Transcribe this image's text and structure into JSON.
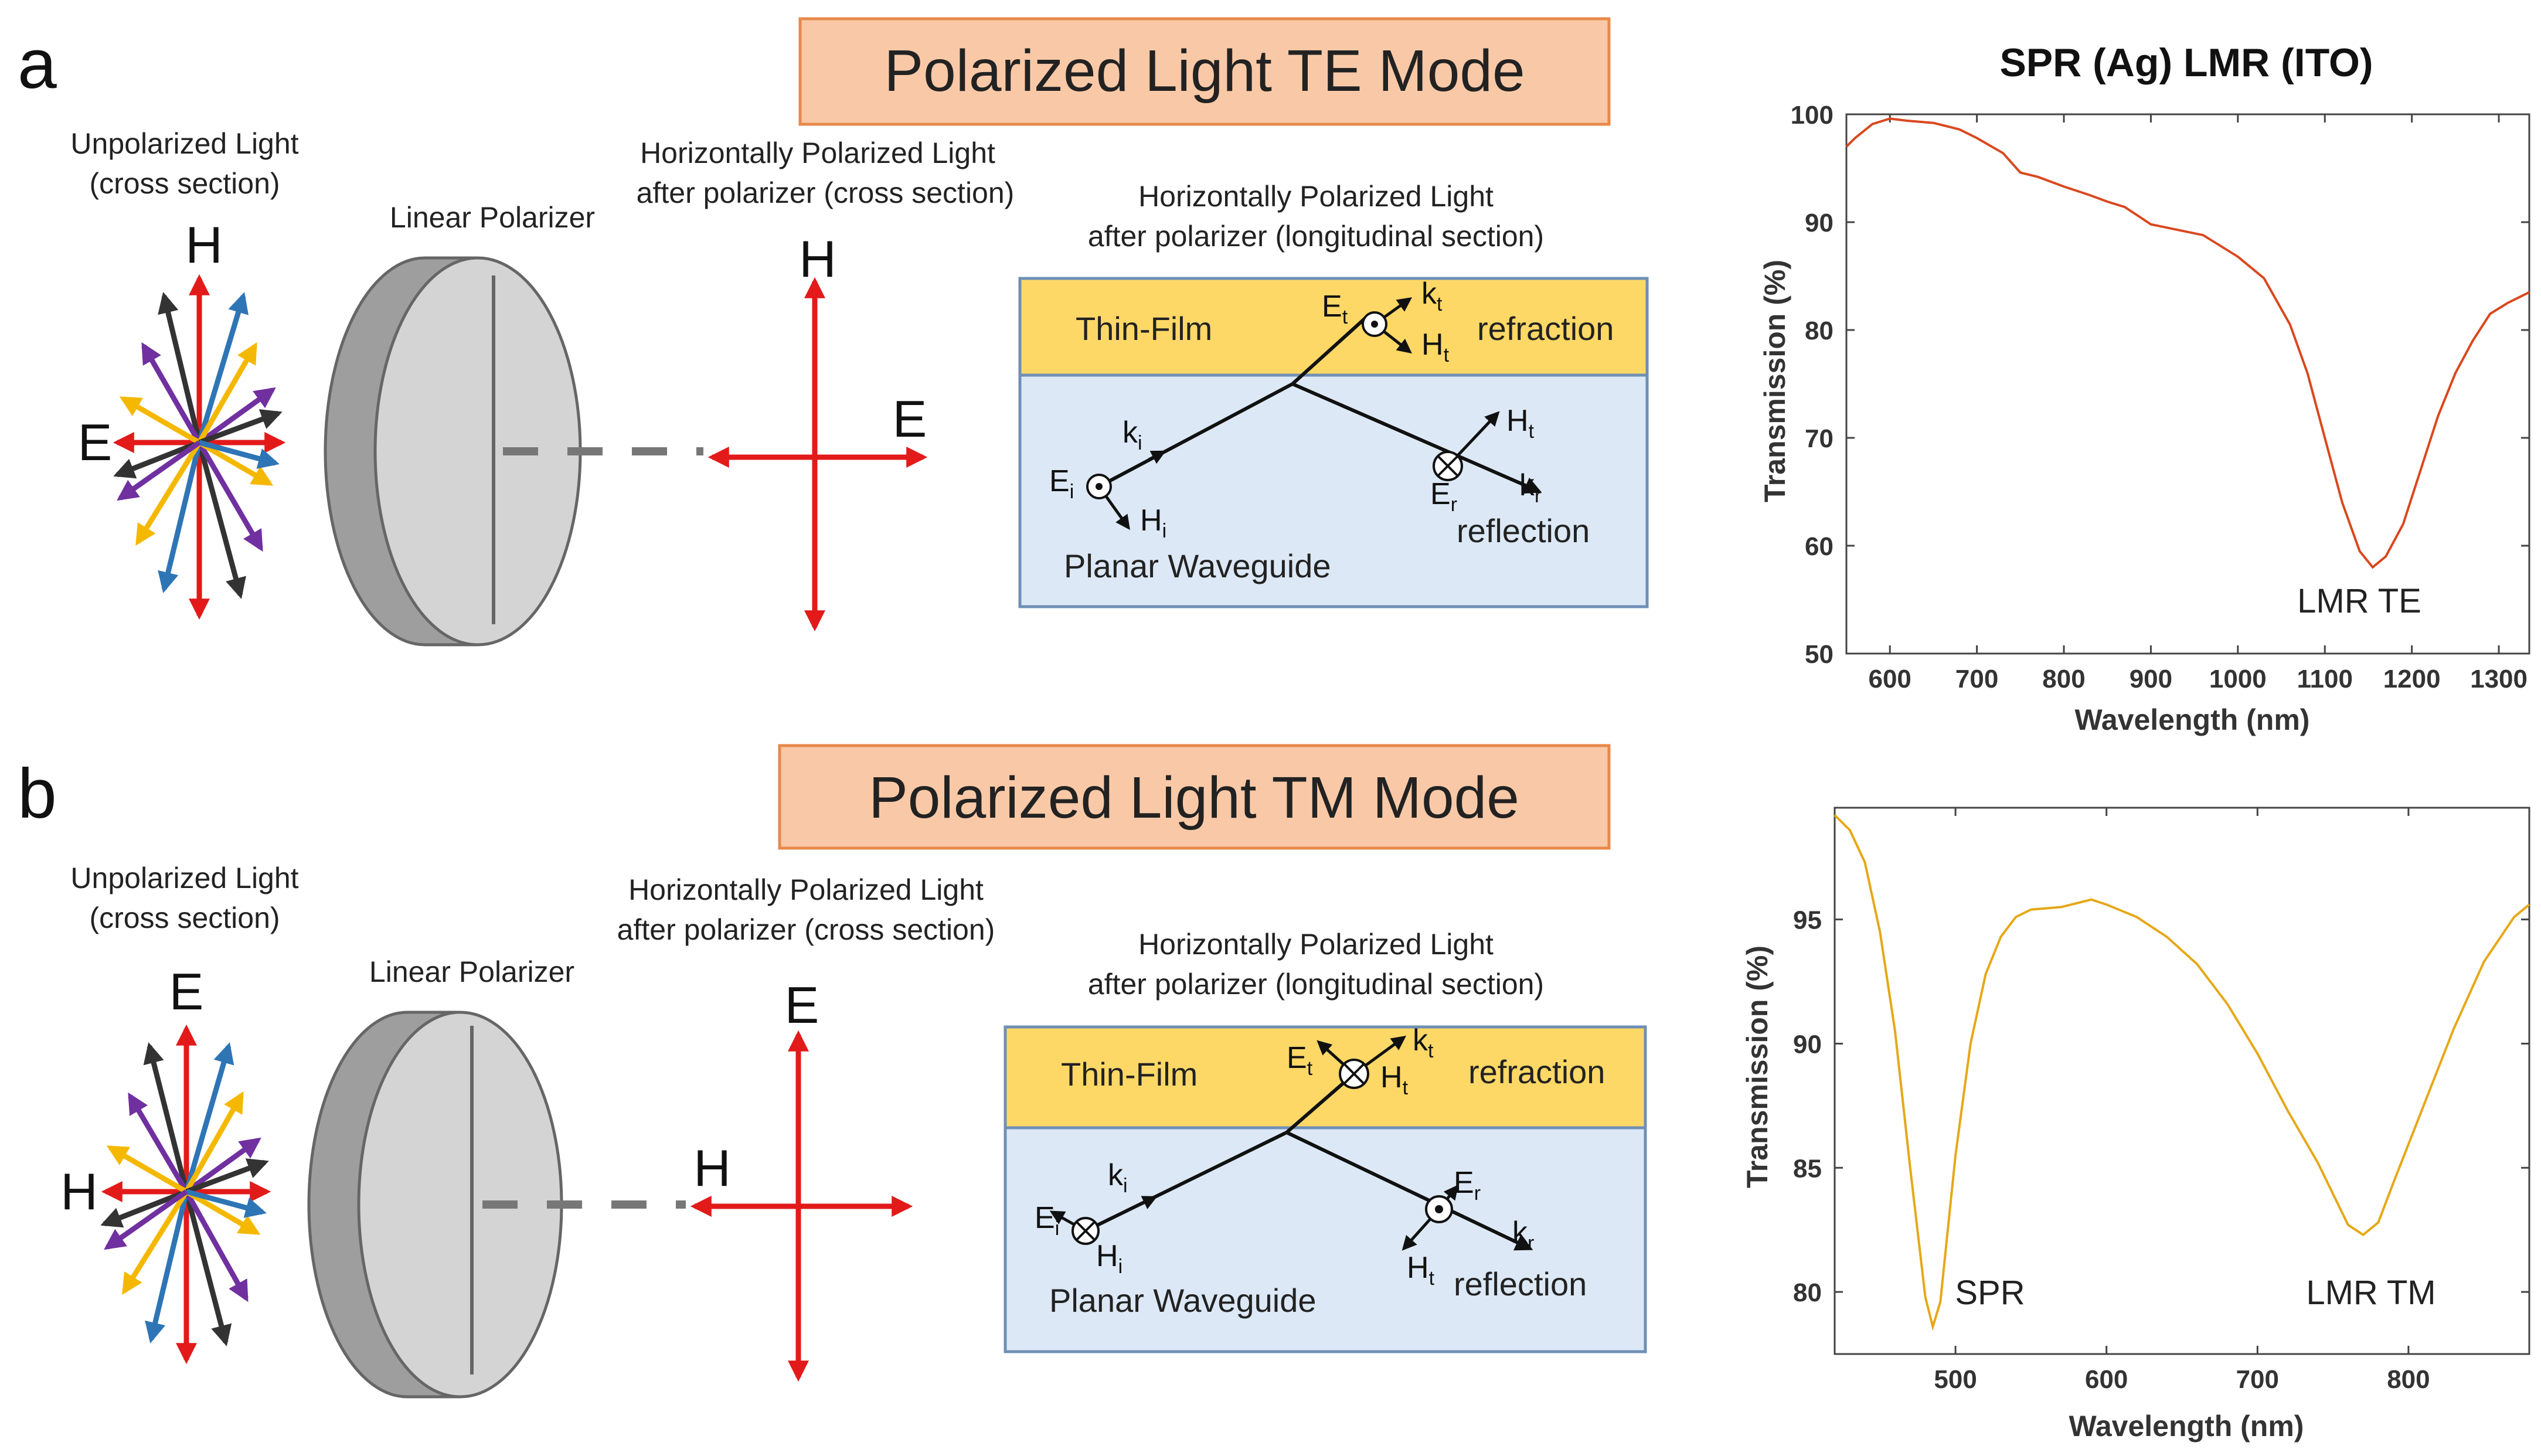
{
  "panel_a": {
    "label": "a",
    "title": "Polarized Light TE Mode",
    "unpolarized_line1": "Unpolarized Light",
    "unpolarized_line2": "(cross section)",
    "unpol_top_label": "H",
    "unpol_left_label": "E",
    "polarizer_label": "Linear Polarizer",
    "cross_line1": "Horizontally Polarized Light",
    "cross_line2": "after polarizer (cross section)",
    "cross_top_label": "H",
    "cross_right_label": "E",
    "long_line1": "Horizontally Polarized Light",
    "long_line2": "after polarizer (longitudinal section)",
    "thin_film": "Thin-Film",
    "refraction": "refraction",
    "reflection": "reflection",
    "waveguide": "Planar Waveguide",
    "k_i": "k",
    "k_i_sub": "i",
    "e_i": "E",
    "e_i_sub": "i",
    "h_i": "H",
    "h_i_sub": "i",
    "e_t": "E",
    "e_t_sub": "t",
    "k_t": "k",
    "k_t_sub": "t",
    "h_t": "H",
    "h_t_sub": "t",
    "h_r": "H",
    "h_r_sub": "t",
    "e_r": "E",
    "e_r_sub": "r",
    "k_r": "k",
    "k_r_sub": "r"
  },
  "panel_b": {
    "label": "b",
    "title": "Polarized Light TM Mode",
    "unpolarized_line1": "Unpolarized Light",
    "unpolarized_line2": "(cross section)",
    "unpol_top_label": "E",
    "unpol_left_label": "H",
    "polarizer_label": "Linear Polarizer",
    "cross_line1": "Horizontally Polarized Light",
    "cross_line2": "after polarizer (cross section)",
    "cross_top_label": "E",
    "cross_left_label": "H",
    "long_line1": "Horizontally Polarized Light",
    "long_line2": "after polarizer (longitudinal section)",
    "thin_film": "Thin-Film",
    "refraction": "refraction",
    "reflection": "reflection",
    "waveguide": "Planar Waveguide",
    "k_i": "k",
    "k_i_sub": "i",
    "e_i": "E",
    "e_i_sub": "i",
    "h_i": "H",
    "h_i_sub": "i",
    "e_t": "E",
    "e_t_sub": "t",
    "k_t": "k",
    "k_t_sub": "t",
    "h_t": "H",
    "h_t_sub": "t",
    "e_r": "E",
    "e_r_sub": "r",
    "k_r": "k",
    "k_r_sub": "r",
    "h_r": "H",
    "h_r_sub": "t"
  },
  "colors": {
    "title_box_fill": "#f9c9a7",
    "title_box_stroke": "#e8894a",
    "thin_film": "#fdd866",
    "waveguide": "#dce8f5",
    "box_border": "#6f8fb5",
    "red": "#e31a1a",
    "black": "#333333",
    "blue": "#2e75b6",
    "gold": "#f5b800",
    "purple": "#7030a0",
    "te_curve": "#d9481e",
    "tm_curve": "#e6a817"
  },
  "chart_data": [
    {
      "type": "line",
      "title": "SPR (Ag)  LMR (ITO)",
      "xlabel": "Wavelength (nm)",
      "ylabel": "Transmission (%)",
      "xlim": [
        550,
        1335
      ],
      "ylim": [
        50,
        100
      ],
      "xticks": [
        600,
        700,
        800,
        900,
        1000,
        1100,
        1200,
        1300
      ],
      "yticks": [
        50,
        60,
        70,
        80,
        90,
        100
      ],
      "annotation": "LMR TE",
      "series": [
        {
          "x": [
            550,
            560,
            580,
            600,
            620,
            650,
            680,
            700,
            730,
            750,
            770,
            800,
            830,
            850,
            870,
            900,
            930,
            960,
            1000,
            1030,
            1060,
            1080,
            1100,
            1120,
            1140,
            1155,
            1170,
            1190,
            1210,
            1230,
            1250,
            1270,
            1290,
            1310,
            1335
          ],
          "y": [
            97,
            97.8,
            99.1,
            99.6,
            99.4,
            99.2,
            98.6,
            97.8,
            96.4,
            94.6,
            94.2,
            93.3,
            92.5,
            91.9,
            91.4,
            89.8,
            89.3,
            88.8,
            86.8,
            84.8,
            80.5,
            76,
            70,
            64,
            59.5,
            58,
            59,
            62,
            67,
            72,
            76,
            79,
            81.5,
            82.5,
            83.5
          ]
        }
      ]
    },
    {
      "type": "line",
      "title": "",
      "xlabel": "Wavelength (nm)",
      "ylabel": "Transmission (%)",
      "xlim": [
        420,
        880
      ],
      "ylim": [
        77.5,
        99.5
      ],
      "xticks": [
        500,
        600,
        700,
        800
      ],
      "yticks": [
        80,
        85,
        90,
        95
      ],
      "annotations": [
        "SPR",
        "LMR TM"
      ],
      "series": [
        {
          "x": [
            420,
            430,
            440,
            450,
            460,
            470,
            480,
            485,
            490,
            500,
            510,
            520,
            530,
            540,
            550,
            570,
            590,
            600,
            620,
            640,
            660,
            680,
            700,
            720,
            740,
            760,
            770,
            780,
            790,
            810,
            830,
            850,
            870,
            880
          ],
          "y": [
            99.2,
            98.6,
            97.3,
            94.5,
            90.5,
            85,
            79.8,
            78.6,
            79.6,
            85.5,
            90,
            92.8,
            94.3,
            95.1,
            95.4,
            95.5,
            95.8,
            95.6,
            95.1,
            94.3,
            93.2,
            91.6,
            89.6,
            87.3,
            85.2,
            82.7,
            82.3,
            82.8,
            84.4,
            87.5,
            90.6,
            93.3,
            95.1,
            95.6
          ]
        }
      ]
    }
  ]
}
